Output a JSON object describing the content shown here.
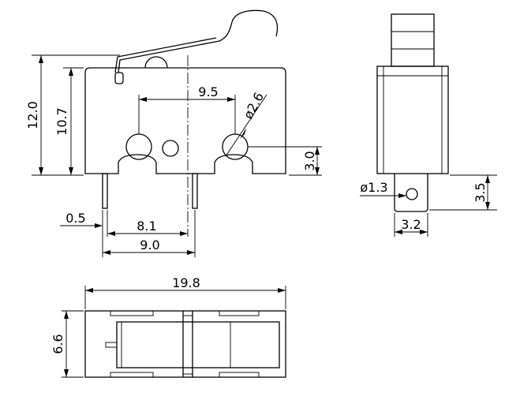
{
  "diagram": {
    "front_view": {
      "height_overall": "12.0",
      "height_body": "10.7",
      "hole_spacing": "9.5",
      "hole_diameter": "ø2.6",
      "hole_height": "3.0",
      "terminal_thickness": "0.5",
      "terminal_offset_1": "8.1",
      "terminal_offset_2": "9.0"
    },
    "side_view": {
      "terminal_hole": "ø1.3",
      "terminal_length": "3.5",
      "terminal_width": "3.2"
    },
    "bottom_view": {
      "length": "19.8",
      "width": "6.6"
    }
  }
}
